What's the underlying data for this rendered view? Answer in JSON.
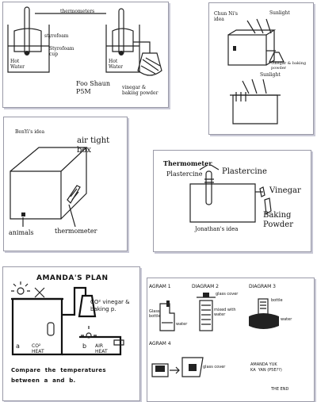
{
  "panel_foo": {
    "thermometers": "thermometers",
    "styrofoam": "styrofoam",
    "styrofoam_cup": "Styrofoam\ncup",
    "hot_water_left": "Hot\nWater",
    "hot_water_right": "Hot\nWater",
    "author": "Foo Shaun\nP5M",
    "vinegar": "vinegar &\nbaking powder"
  },
  "panel_chun": {
    "title": "Chun Ni's\nidea",
    "sunlight_top": "Sunlight",
    "vinegar": "vinegar & baking\npowder",
    "sunlight_bottom": "Sunlight"
  },
  "panel_benyi": {
    "title": "BenYi's idea",
    "air_tight": "air tight\nbox",
    "animals": "animals",
    "thermometer": "thermometer"
  },
  "panel_jonathan": {
    "thermometer": "Thermometer",
    "plastercine_left": "Plastercine",
    "plastercine_right": "Plastercine",
    "vinegar": "Vinegar",
    "baking_powder": "Baking\nPowder",
    "author": "Jonathan's idea"
  },
  "panel_amanda": {
    "title": "AMANDA'S  PLAN",
    "co2_vinegar": "CO² vinegar &\nbaking p.",
    "co2_heat": "CO²\nHEAT",
    "air_heat": "AIR\nHEAT",
    "label_a": "a",
    "label_b": "b",
    "compare": "Compare  the  temperatures\nbetween  a  and  b."
  },
  "panel_diagrams": {
    "diagram1": "AGRAM 1",
    "diagram2": "DIAGRAM 2",
    "diagram3": "DIAGRAM 3",
    "diagram4": "AGRAM 4",
    "glass_cover": "glass cover",
    "glass_bottle": "Glass\nbottle",
    "water1": "water",
    "mixed_with_water": "mixed with\nwater",
    "bottle": "bottle",
    "water3": "water",
    "glass_cover4": "glass cover",
    "author": "AMANDA YUK\nKA  YAN (P5E??)",
    "the_end": "THE END"
  }
}
